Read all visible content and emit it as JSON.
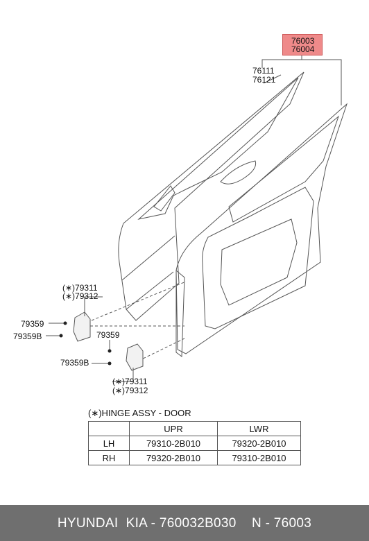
{
  "callout": {
    "line1": "76003",
    "line2": "76004"
  },
  "labels": {
    "panel_outer": [
      "76111",
      "76121"
    ],
    "hinge_upper": [
      "(∗)79311",
      "(∗)79312"
    ],
    "bolt_upper": [
      "79359",
      "79359B"
    ],
    "bolt_lower": [
      "79359",
      "79359B"
    ],
    "hinge_lower": [
      "(∗)79311",
      "(∗)79312"
    ]
  },
  "legend": "(∗)HINGE ASSY - DOOR",
  "table": {
    "header": [
      "",
      "UPR",
      "LWR"
    ],
    "rows": [
      [
        "LH",
        "79310-2B010",
        "79320-2B010"
      ],
      [
        "RH",
        "79320-2B010",
        "79310-2B010"
      ]
    ]
  },
  "footer": "HYUNDAI  KIA - 760032B030    N - 76003",
  "colors": {
    "callout_fill": "#ef8a8a",
    "footer_bg": "#6f6f6f",
    "line": "#444444"
  }
}
